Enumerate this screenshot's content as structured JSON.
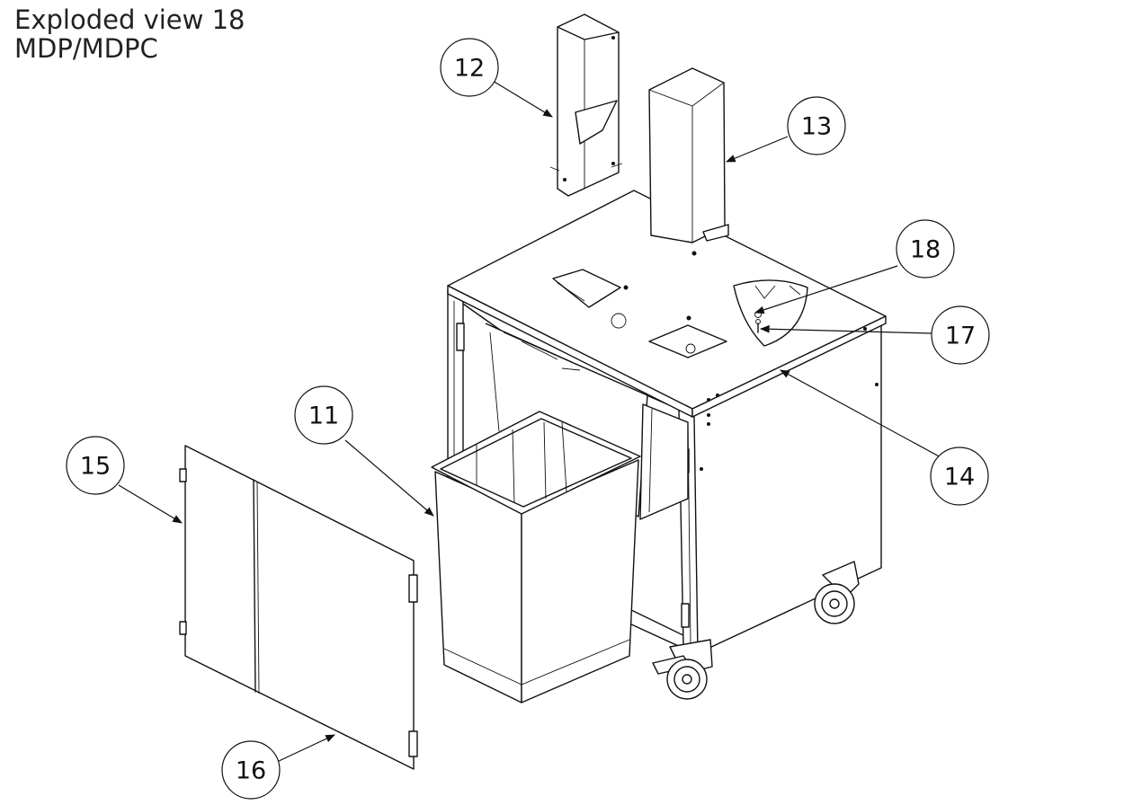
{
  "title": {
    "line1": "Exploded view 18",
    "line2": "MDP/MDPC"
  },
  "callouts": [
    {
      "id": "c11",
      "label": "11"
    },
    {
      "id": "c12",
      "label": "12"
    },
    {
      "id": "c13",
      "label": "13"
    },
    {
      "id": "c14",
      "label": "14"
    },
    {
      "id": "c15",
      "label": "15"
    },
    {
      "id": "c16",
      "label": "16"
    },
    {
      "id": "c17",
      "label": "17"
    },
    {
      "id": "c18",
      "label": "18"
    }
  ]
}
